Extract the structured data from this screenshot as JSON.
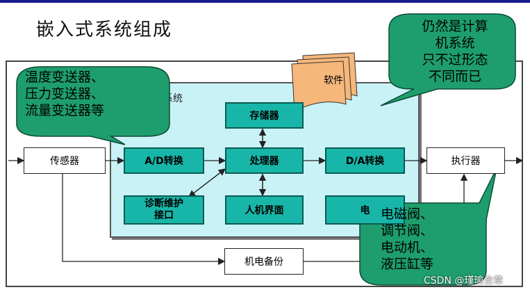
{
  "title": "嵌入式系统组成",
  "embedded_label": "式系统",
  "software_label": "软件",
  "callouts": {
    "sensors": "温度变送器、\n压力变送器、\n流量变送器等",
    "computer": "仍然是计算\n机系统\n只不过形态\n不同而已",
    "actuators": "电磁阀、\n调节阀、\n电动机、\n液压缸等"
  },
  "boxes": {
    "sensor": "传感器",
    "ad": "A/D转换",
    "storage": "存储器",
    "processor": "处理器",
    "da": "D/A转换",
    "executor": "执行器",
    "diag": "诊断维护\n接口",
    "hmi": "人机界面",
    "hidden": "电",
    "backup": "机电备份"
  },
  "watermark": "CSDN @瑾瑜含章",
  "colors": {
    "teal": "#18b6a8",
    "callout_green": "#1e9e6e",
    "embedded_bg": "#c9f2f7",
    "software_bg": "#f6b77a"
  }
}
